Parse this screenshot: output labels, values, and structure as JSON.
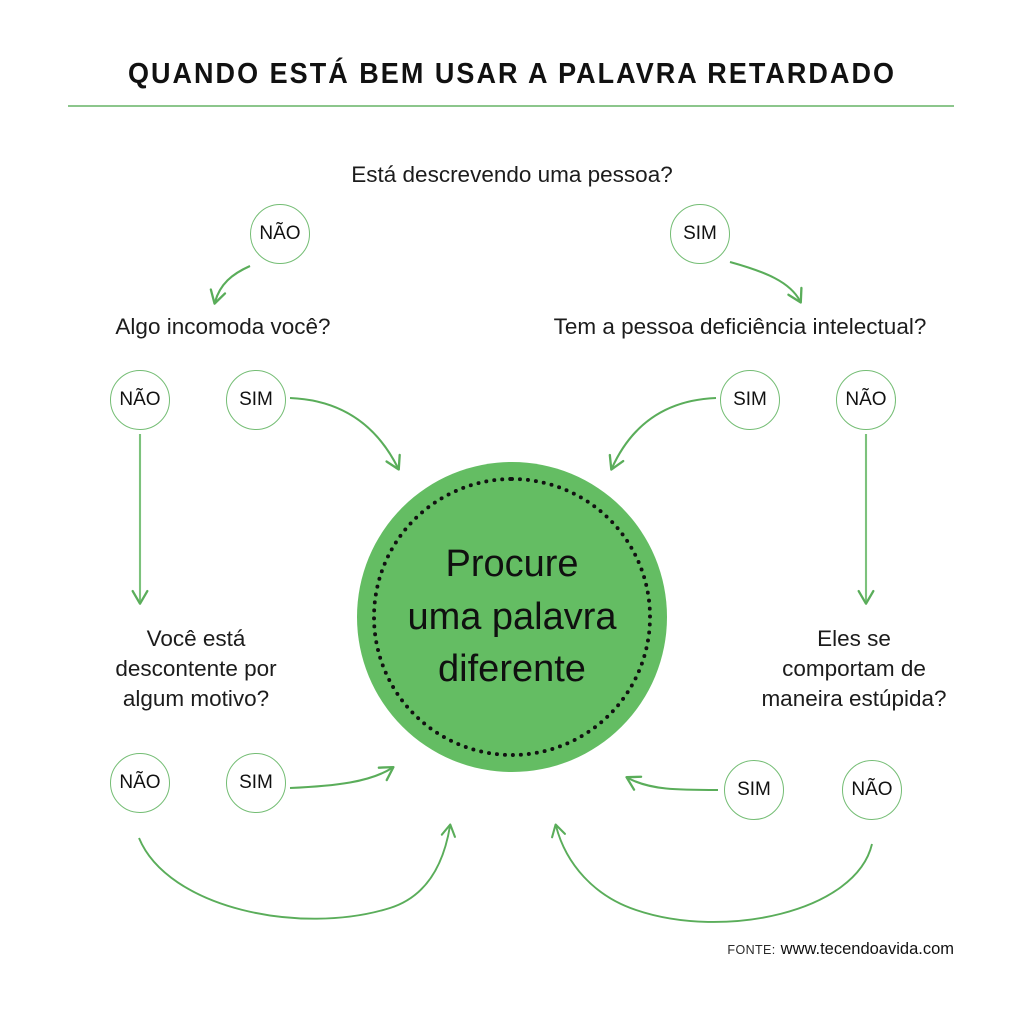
{
  "header": {
    "title": "QUANDO ESTÁ BEM USAR A PALAVRA RETARDADO",
    "rule_color": "#8cc68c"
  },
  "theme": {
    "accent_green": "#64bd63",
    "line_green": "#5aad5a",
    "bubble_border": "#74bd74",
    "text_color": "#1c1c1c",
    "background": "#ffffff"
  },
  "flowchart": {
    "type": "decision-flowchart",
    "root_question": "Está descrevendo uma pessoa?",
    "questions": [
      {
        "id": "q-root",
        "text": "Está descrevendo uma pessoa?"
      },
      {
        "id": "q-left-1",
        "text": "Algo incomoda você?"
      },
      {
        "id": "q-right-1",
        "text": "Tem a pessoa deficiência intelectual?"
      },
      {
        "id": "q-left-2",
        "text": "Você está\ndescontente por\nalgum motivo?"
      },
      {
        "id": "q-right-2",
        "text": "Eles se\ncomportam de\nmaneira estúpida?"
      }
    ],
    "answers": [
      {
        "id": "a-root-nao",
        "label": "NÃO"
      },
      {
        "id": "a-root-sim",
        "label": "SIM"
      },
      {
        "id": "a-left1-nao",
        "label": "NÃO"
      },
      {
        "id": "a-left1-sim",
        "label": "SIM"
      },
      {
        "id": "a-right1-sim",
        "label": "SIM"
      },
      {
        "id": "a-right1-nao",
        "label": "NÃO"
      },
      {
        "id": "a-left2-nao",
        "label": "NÃO"
      },
      {
        "id": "a-left2-sim",
        "label": "SIM"
      },
      {
        "id": "a-right2-sim",
        "label": "SIM"
      },
      {
        "id": "a-right2-nao",
        "label": "NÃO"
      }
    ],
    "outcome": {
      "id": "outcome-center",
      "text": "Procure\numa palavra\ndiferente"
    }
  },
  "footer": {
    "label": "FONTE:",
    "url": "www.tecendoavida.com"
  }
}
